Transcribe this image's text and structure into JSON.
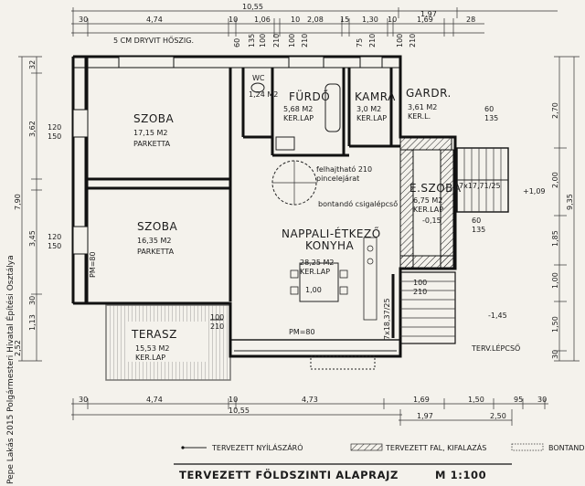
{
  "title": "TERVEZETT FÖLDSZINTI ALAPRAJZ",
  "scale": "M 1:100",
  "note_top": "5 CM DRYVIT HŐSZIG.",
  "rooms": {
    "szoba1": {
      "name": "SZOBA",
      "area": "17,15 M2",
      "floor": "PARKETTA"
    },
    "szoba2": {
      "name": "SZOBA",
      "area": "16,35 M2",
      "floor": "PARKETTA"
    },
    "wc": {
      "name": "WC",
      "area": "1,24 M2"
    },
    "furdo": {
      "name": "FÜRDŐ",
      "area": "5,68 M2",
      "floor": "KER.LAP"
    },
    "kamra": {
      "name": "KAMRA",
      "area": "3,0 M2",
      "floor": "KER.LAP"
    },
    "gardr": {
      "name": "GARDR.",
      "area": "3,61 M2",
      "floor": "KER.L."
    },
    "eszoba": {
      "name": "E.SZOBA",
      "area": "6,75 M2",
      "floor": "KER.LAP"
    },
    "nappali": {
      "name": "NAPPALI-ÉTKEZŐ",
      "name2": "KONYHA",
      "area": "28,25 M2",
      "floor": "KER.LAP"
    },
    "terasz": {
      "name": "TERASZ",
      "area": "15,53 M2",
      "floor": "KER.LAP"
    }
  },
  "annotations": {
    "stair_label": "felhajtható 210",
    "stair_label2": "pincelejárat",
    "bontando": "bontandó csigalépcső",
    "stairs_spec": "7x17,71/25",
    "level1": "+1,09",
    "level2": "-0,15",
    "level3": "-1,45",
    "terv_lepcso": "TERV.LÉPCSŐ",
    "pm80_left": "PM=80",
    "pm80_bottom": "PM=80",
    "table": "1,00",
    "steps2": "7x18,37/25",
    "win_furdo": "100",
    "win_wc": "60"
  },
  "window_marks": {
    "w1": "120",
    "w1b": "150",
    "w2": "120",
    "w2b": "150",
    "w3": "60",
    "w3b": "135",
    "w4": "60",
    "w4b": "135",
    "w5": "100",
    "w5b": "210",
    "w6": "100",
    "w6b": "210",
    "w7": "100",
    "w7b": "210",
    "w8": "75",
    "w8b": "210"
  },
  "dims_top": {
    "total": "10,55",
    "a": "30",
    "b": "4,74",
    "c": "10",
    "d": "1,06",
    "e": "10",
    "f": "2,08",
    "g": "15",
    "h": "1,30",
    "i": "10",
    "j": "1,69",
    "k": "28",
    "l": "1,97"
  },
  "dims_bottom": {
    "a": "30",
    "b": "4,74",
    "c": "10",
    "d": "4,73",
    "e": "1,69",
    "f": "1,50",
    "g": "95",
    "h": "30",
    "total": "10,55",
    "i": "1,97",
    "j": "2,50"
  },
  "dims_left": {
    "total": "7,90",
    "a": "3,62",
    "b": "3,45",
    "c": "32",
    "d": "30",
    "e": "2,52",
    "f": "1,13"
  },
  "dims_right": {
    "total": "9,35",
    "a": "2,70",
    "b": "2,00",
    "c": "1,85",
    "d": "1,00",
    "e": "1,50",
    "f": "30"
  },
  "margin_text": "Pepe Lakás 2015 Polgármesteri Hivatal Építési Osztálya",
  "legend": {
    "item1": "TERVEZETT NYÍLÁSZÁRÓ",
    "item2": "TERVEZETT FAL, KIFALAZÁS",
    "item3": "BONTANDÓ"
  }
}
